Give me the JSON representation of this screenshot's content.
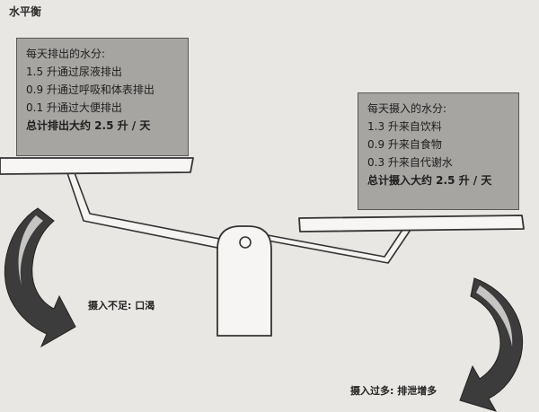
{
  "title": "水平衡",
  "output": {
    "heading": "每天排出的水分:",
    "items": [
      "1.5 升通过尿液排出",
      "0.9 升通过呼吸和体表排出",
      "0.1 升通过大便排出"
    ],
    "total": "总计排出大约 2.5 升 / 天"
  },
  "intake": {
    "heading": "每天摄入的水分:",
    "items": [
      "1.3 升来自饮料",
      "0.9 升来自食物",
      "0.3 升来自代谢水"
    ],
    "total": "总计摄入大约 2.5 升 / 天"
  },
  "captions": {
    "too_little": "摄入不足: 口渴",
    "too_much": "摄入过多: 排泄增多"
  },
  "colors": {
    "background": "#e9e7e4",
    "box_fill": "#a7a5a2",
    "arrow_dark": "#3c3c3c",
    "arrow_light": "#d6d4d1",
    "outline": "#333333"
  }
}
